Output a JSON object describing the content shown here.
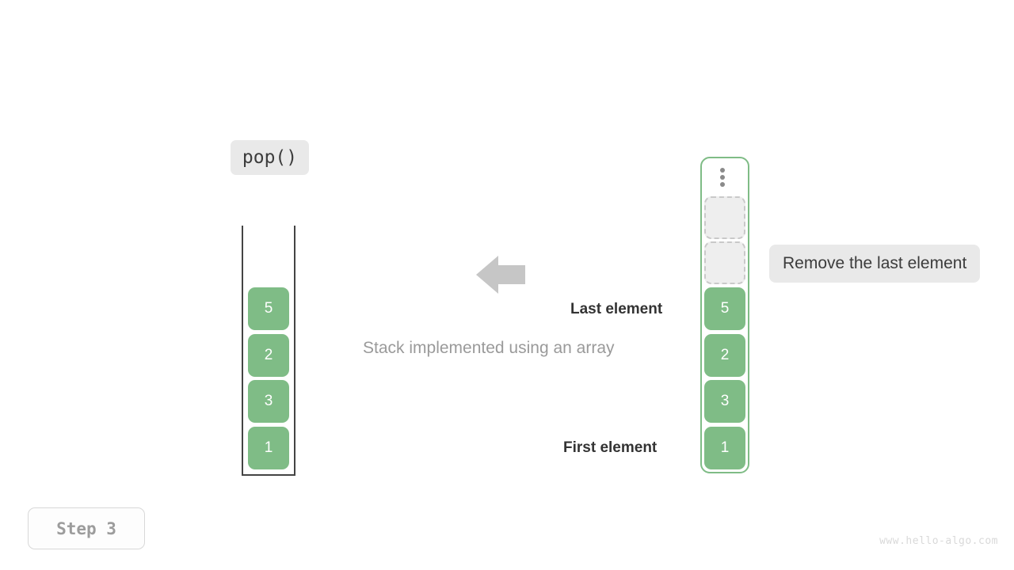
{
  "diagram": {
    "operation_label": "pop()",
    "caption": "Stack implemented using an array",
    "note": "Remove the last element",
    "last_element_label": "Last element",
    "first_element_label": "First element",
    "step_label": "Step 3",
    "watermark": "www.hello-algo.com",
    "ellipsis_icon": "vertical-ellipsis-icon",
    "arrow_icon": "arrow-left-icon",
    "colors": {
      "element_fill": "#7fbc86",
      "element_text": "#ffffff",
      "empty_slot_fill": "#eeeeee",
      "empty_slot_border": "#c9c9c9",
      "container_border": "#7fbc86",
      "u_container_border": "#444444",
      "badge_background": "#e9e9e9",
      "arrow_fill": "#c6c6c6",
      "caption_text": "#9a9a9a",
      "label_text": "#333333",
      "step_text": "#9c9c9c",
      "watermark_text": "#d9d9d9"
    }
  },
  "left_stack": {
    "title": "stack-as-u-container",
    "cells": [
      {
        "value": "5",
        "state": "filled"
      },
      {
        "value": "2",
        "state": "filled"
      },
      {
        "value": "3",
        "state": "filled"
      },
      {
        "value": "1",
        "state": "filled"
      }
    ]
  },
  "right_array": {
    "title": "array-container",
    "cells": [
      {
        "value": "",
        "state": "empty"
      },
      {
        "value": "",
        "state": "empty"
      },
      {
        "value": "5",
        "state": "filled"
      },
      {
        "value": "2",
        "state": "filled"
      },
      {
        "value": "3",
        "state": "filled"
      },
      {
        "value": "1",
        "state": "filled"
      }
    ]
  }
}
